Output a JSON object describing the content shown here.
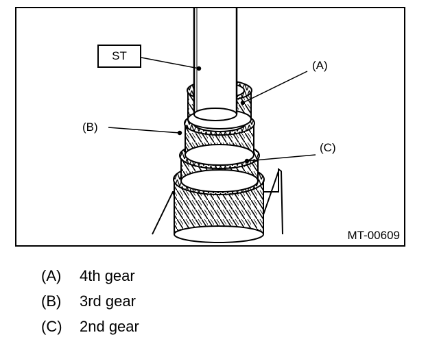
{
  "figure": {
    "tool_label": "ST",
    "callouts": {
      "a": "(A)",
      "b": "(B)",
      "c": "(C)"
    },
    "figure_id": "MT-00609"
  },
  "legend": [
    {
      "key": "(A)",
      "text": "4th gear"
    },
    {
      "key": "(B)",
      "text": "3rd gear"
    },
    {
      "key": "(C)",
      "text": "2nd gear"
    }
  ]
}
